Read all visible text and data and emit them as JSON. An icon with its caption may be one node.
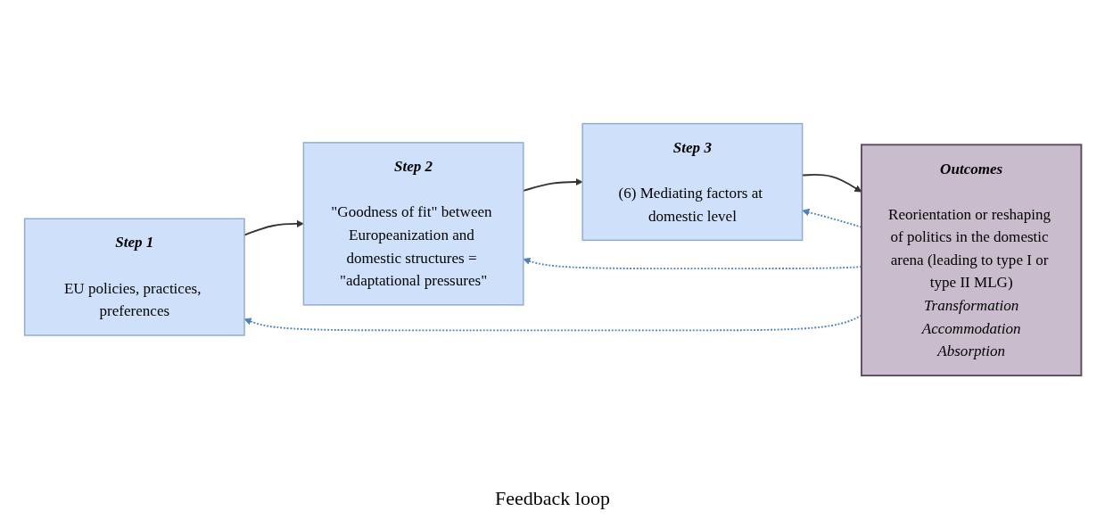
{
  "diagram": {
    "nodes": [
      {
        "text": [
          "Step 1",
          "EU policies, practices, preferences"
        ]
      },
      {
        "text": [
          "Step 2",
          "\"Goodness of fit\" between Europeanization and domestic structures = \"adaptational pressures\""
        ]
      },
      {
        "text": [
          "Step 3",
          "(6) Mediating factors at domestic level"
        ]
      },
      {
        "text": [
          "Outcomes",
          "Reorientation or reshaping of politics in the domestic arena (leading to type I or type II MLG)",
          "Transformation",
          "Accommodation",
          "Absorption"
        ]
      }
    ],
    "edges": [
      {
        "from": 0,
        "to": 1,
        "arrow": "to"
      },
      {
        "from": 1,
        "to": 2,
        "arrow": "to"
      },
      {
        "from": 2,
        "to": 3,
        "arrow": "to"
      },
      {
        "from": 3,
        "to": 2,
        "arrow": "to",
        "style": "dashed",
        "color": "#4f81bd"
      },
      {
        "from": 3,
        "to": 1,
        "arrow": "to",
        "style": "dashed",
        "color": "#4f81bd"
      },
      {
        "from": 3,
        "to": 0,
        "arrow": "to",
        "style": "dashed",
        "color": "#4f81bd"
      }
    ],
    "labels": [
      "Feedback loop"
    ]
  }
}
